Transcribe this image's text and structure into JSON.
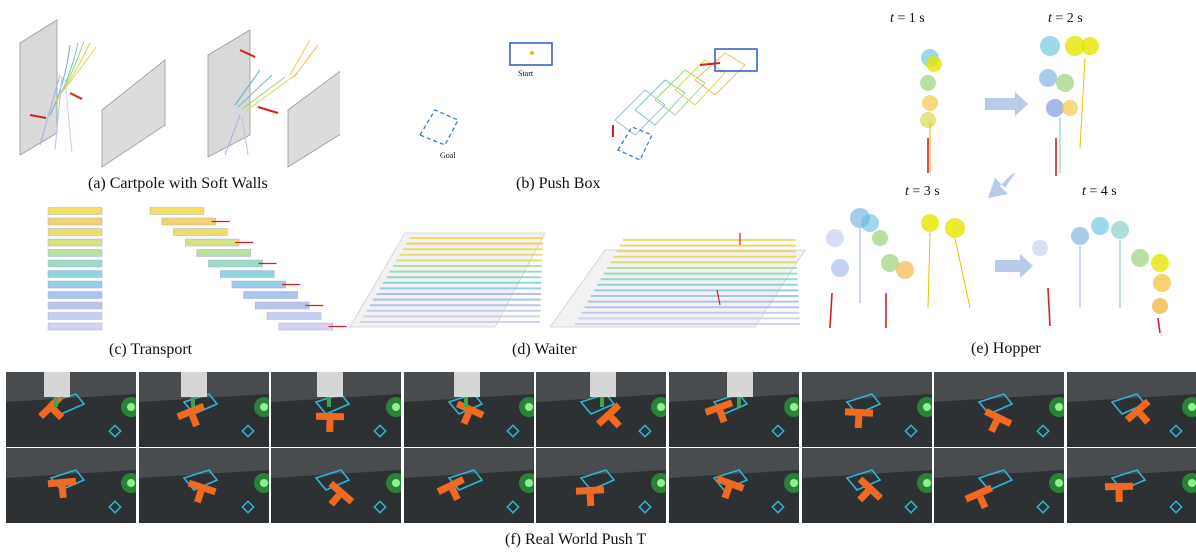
{
  "captions": {
    "a": "(a) Cartpole with Soft Walls",
    "b": "(b) Push Box",
    "c": "(c) Transport",
    "d": "(d) Waiter",
    "e": "(e) Hopper",
    "f": "(f) Real World Push T"
  },
  "push_box": {
    "start_label": "Start",
    "goal_label": "Goal"
  },
  "hopper": {
    "time_labels": [
      {
        "var": "t",
        "eq": " = ",
        "val": "1 s"
      },
      {
        "var": "t",
        "eq": " = ",
        "val": "2 s"
      },
      {
        "var": "t",
        "eq": " = ",
        "val": "3 s"
      },
      {
        "var": "t",
        "eq": " = ",
        "val": "4 s"
      }
    ]
  },
  "photo_strip": {
    "rows": 2,
    "cols": 9
  },
  "colors": {
    "wall": "#d9d9d9",
    "force_arrow": "#d62020",
    "box_outline": "#2b59c3",
    "goal": "#3a7bd5",
    "floor": "#2e3133",
    "t_block": "#f26a21",
    "target_outline": "#2fb6d6",
    "green_light": "#28c23a"
  }
}
